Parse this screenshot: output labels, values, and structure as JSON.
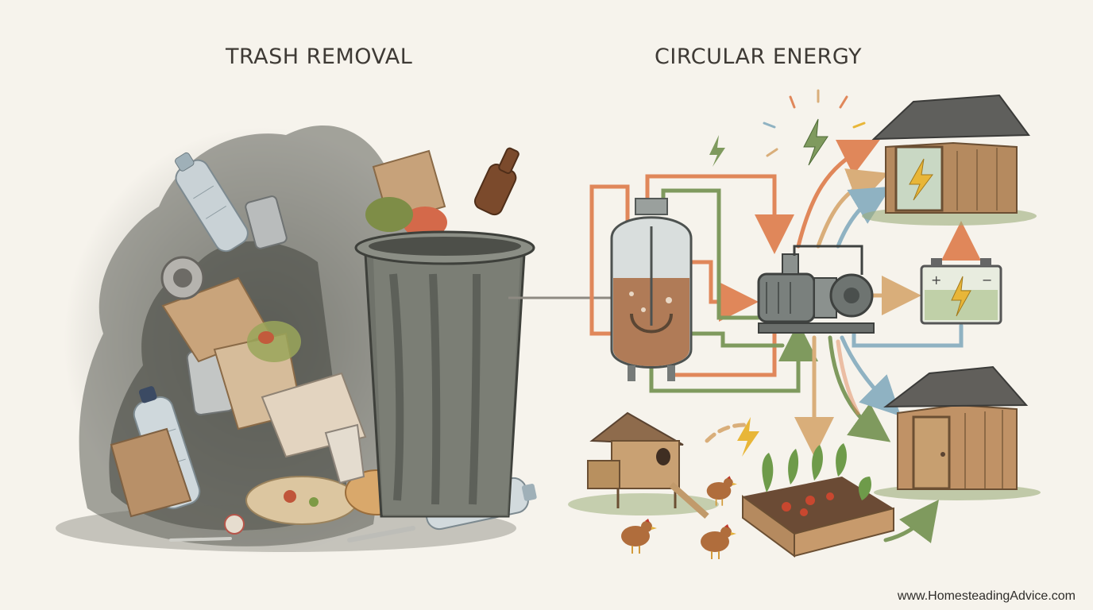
{
  "titles": {
    "left": "TRASH REMOVAL",
    "right": "CIRCULAR ENERGY"
  },
  "watermark": "www.HomesteadingAdvice.com",
  "colors": {
    "background": "#f6f3ec",
    "orange_flow": "#e0875a",
    "green_flow": "#7f9a5e",
    "blue_flow": "#8fb2c2",
    "tan_flow": "#d9ae7a",
    "lightning": "#e8b638",
    "wood": "#b58a5f",
    "trash_dark": "#4a4c47"
  },
  "icons": [
    "trash-pile",
    "trash-bin",
    "biodigester-tank",
    "generator",
    "battery",
    "lightning-bolt",
    "shed-powered",
    "shed",
    "chicken-coop",
    "chicken",
    "raised-garden-bed"
  ]
}
